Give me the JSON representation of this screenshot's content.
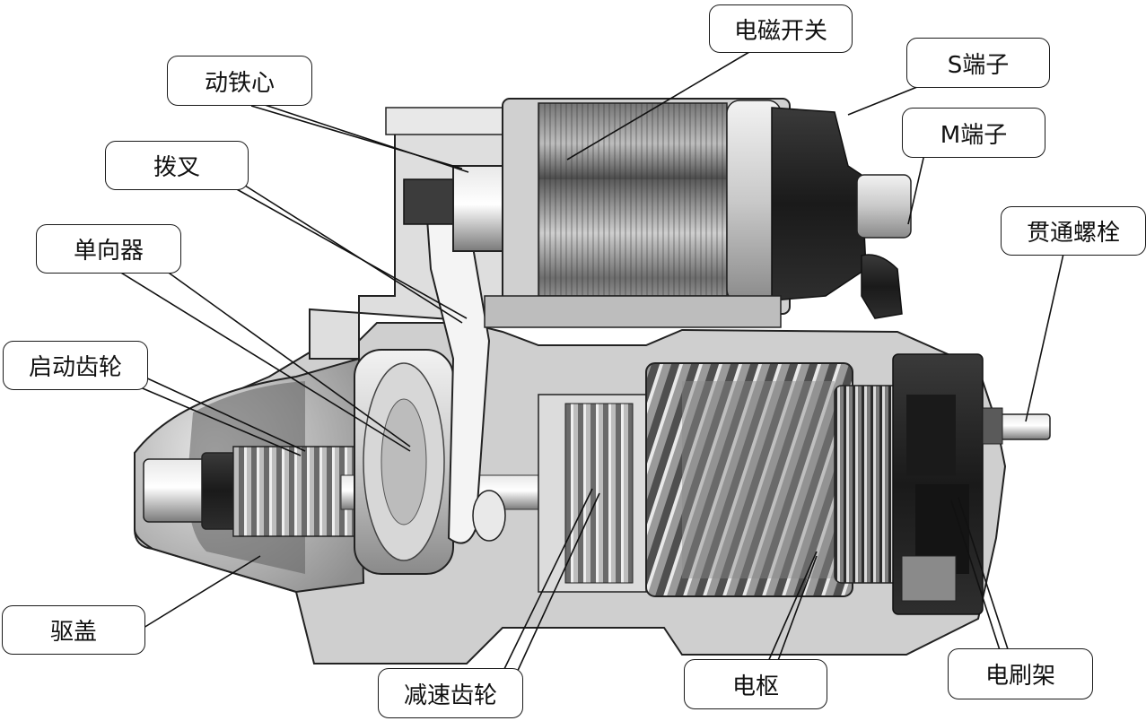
{
  "labels": {
    "solenoid_switch": "电磁开关",
    "s_terminal": "S端子",
    "plunger": "动铁心",
    "m_terminal": "M端子",
    "shift_fork": "拨叉",
    "through_bolt": "贯通螺栓",
    "one_way_clutch": "单向器",
    "starter_pinion": "启动齿轮",
    "drive_housing": "驱盖",
    "reduction_gear": "减速齿轮",
    "armature": "电枢",
    "brush_holder": "电刷架"
  }
}
